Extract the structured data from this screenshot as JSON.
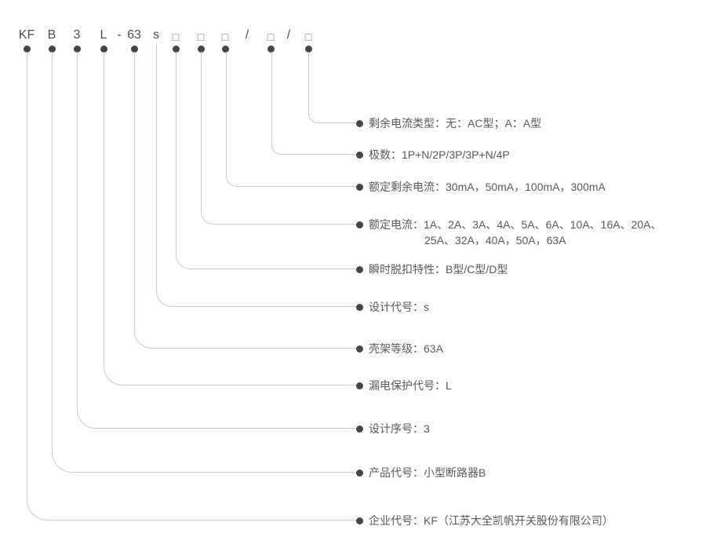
{
  "code": {
    "parts": [
      {
        "t": "KF"
      },
      {
        "t": "B"
      },
      {
        "t": "3"
      },
      {
        "t": "L"
      },
      {
        "t": "-"
      },
      {
        "t": "63"
      },
      {
        "t": "s"
      },
      {
        "t": "□"
      },
      {
        "t": "□"
      },
      {
        "t": "□"
      },
      {
        "t": "/"
      },
      {
        "t": "□"
      },
      {
        "t": "/"
      },
      {
        "t": "□"
      }
    ]
  },
  "rows": [
    {
      "label": "剩余电流类型：无：AC型；A：A型"
    },
    {
      "label": "极数：1P+N/2P/3P/3P+N/4P"
    },
    {
      "label": "额定剩余电流：30mA，50mA，100mA，300mA"
    },
    {
      "label": "额定电流：1A、2A、3A、4A、5A、6A、10A、16A、20A、",
      "label_line2": "25A、32A，40A，50A，63A"
    },
    {
      "label": "瞬时脱扣特性：B型/C型/D型"
    },
    {
      "label": "设计代号：s"
    },
    {
      "label": "壳架等级：63A"
    },
    {
      "label": "漏电保护代号：L"
    },
    {
      "label": "设计序号：3"
    },
    {
      "label": "产品代号：小型断路器B"
    },
    {
      "label": "企业代号：KF（江苏大全凯帆开关股份有限公司）"
    }
  ],
  "colors": {
    "line": "#cacaca",
    "dot": "#454545",
    "code_text": "#4c4c4c",
    "label_text": "#595959"
  }
}
